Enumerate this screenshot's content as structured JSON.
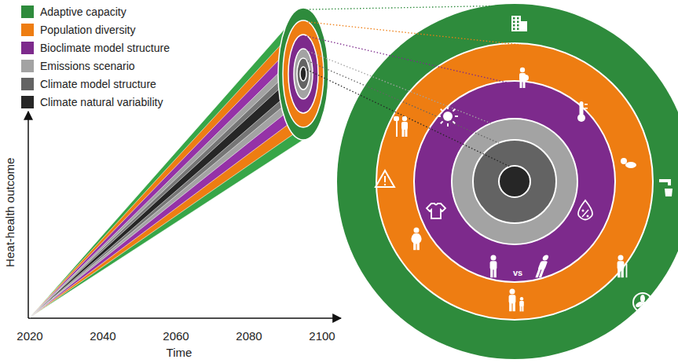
{
  "diagram": {
    "labels": [
      "Heat-health outcome",
      "2020",
      "2040",
      "2060",
      "2080",
      "2100",
      "Time",
      "vs"
    ],
    "legend": [
      {
        "text": "Adaptive capacity",
        "color": "#2e8b3c"
      },
      {
        "text": "Population diversity",
        "color": "#ee7d12"
      },
      {
        "text": "Bioclimate model structure",
        "color": "#7d2a8c"
      },
      {
        "text": "Emissions scenario",
        "color": "#a3a3a3"
      },
      {
        "text": "Climate model structure",
        "color": "#636363"
      },
      {
        "text": "Climate natural variability",
        "color": "#262626"
      }
    ]
  }
}
